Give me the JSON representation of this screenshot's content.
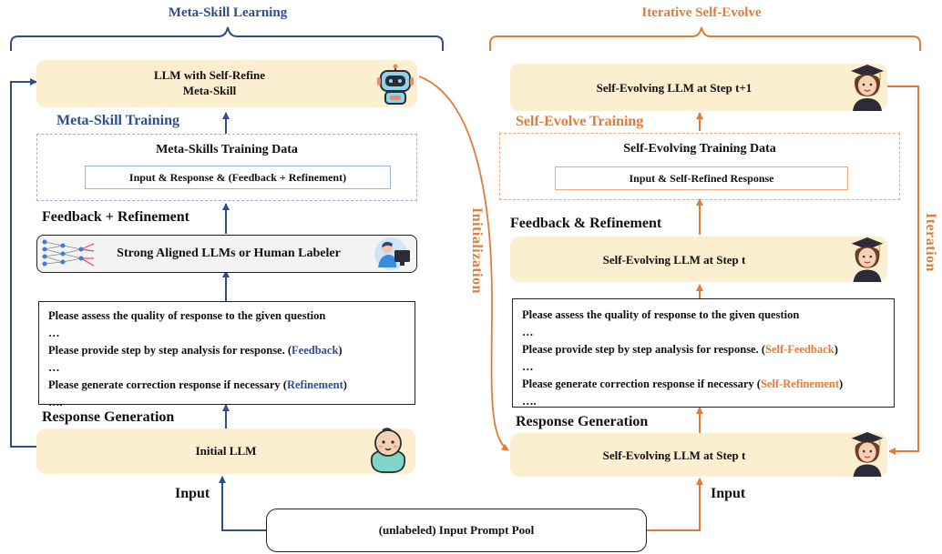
{
  "left": {
    "title": "Meta-Skill Learning",
    "top_box": {
      "line1": "LLM with Self-Refine",
      "line2": "Meta-Skill"
    },
    "training_label": "Meta-Skill Training",
    "data_box": {
      "title": "Meta-Skills Training Data",
      "inner": "Input & Response & (Feedback + Refinement)"
    },
    "stage_feedback": "Feedback + Refinement",
    "aligned_box": "Strong Aligned LLMs or Human Labeler",
    "prompt": {
      "line1": "Please assess the quality of response to the given question",
      "line2": "…",
      "line3_pre": "Please provide step by step analysis for response. (",
      "line3_hl": "Feedback",
      "line3_post": ")",
      "line4": "…",
      "line5_pre": "Please generate correction response if necessary (",
      "line5_hl": "Refinement",
      "line5_post": ")",
      "line6": "…."
    },
    "stage_response": "Response Generation",
    "initial_box": "Initial LLM",
    "input_label": "Input"
  },
  "right": {
    "title": "Iterative Self-Evolve",
    "top_box": "Self-Evolving LLM at Step t+1",
    "training_label": "Self-Evolve Training",
    "data_box": {
      "title": "Self-Evolving Training Data",
      "inner": "Input & Self-Refined Response"
    },
    "stage_feedback": "Feedback & Refinement",
    "mid_box": "Self-Evolving LLM at Step t",
    "prompt": {
      "line1": "Please assess the quality of response to the given question",
      "line2": "…",
      "line3_pre": "Please provide step by step analysis for response. (",
      "line3_hl": "Self-Feedback",
      "line3_post": ")",
      "line4": "…",
      "line5_pre": "Please generate correction response if necessary (",
      "line5_hl": "Self-Refinement",
      "line5_post": ")",
      "line6": "…."
    },
    "stage_response": "Response Generation",
    "bottom_box": "Self-Evolving LLM at Step t",
    "input_label": "Input",
    "iteration_label": "Iteration"
  },
  "initialization_label": "Initialization",
  "pool_label": "(unlabeled) Input Prompt Pool",
  "colors": {
    "blue": "#2e4e8c",
    "orange": "#e37b36",
    "cream": "#fbefcf"
  },
  "icons": [
    "robot-icon",
    "human-labeler-icon",
    "llm-network-icon",
    "baby-icon",
    "graduate-icon"
  ]
}
